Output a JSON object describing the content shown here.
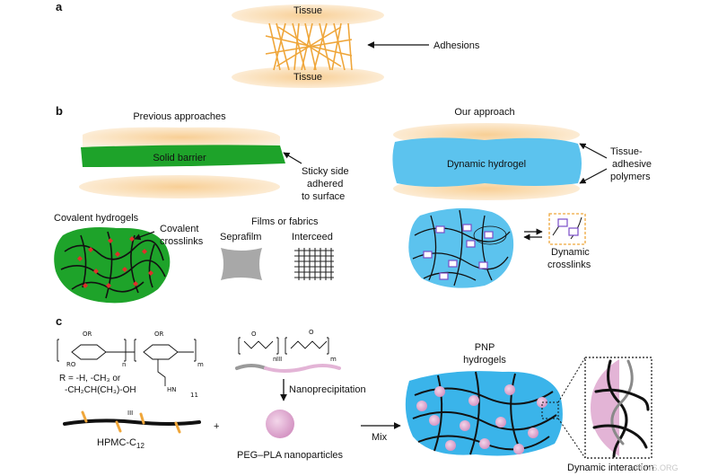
{
  "panel_a": {
    "letter": "a",
    "tissue_top": "Tissue",
    "tissue_bottom": "Tissue",
    "adhesions": "Adhesions"
  },
  "panel_b": {
    "letter": "b",
    "previous_title": "Previous approaches",
    "solid_barrier": "Solid barrier",
    "sticky_side": [
      "Sticky side",
      "adhered",
      "to surface"
    ],
    "covalent_hydrogels": "Covalent hydrogels",
    "covalent_crosslinks": [
      "Covalent",
      "crosslinks"
    ],
    "films_title": "Films or fabrics",
    "seprafilm": "Seprafilm",
    "interceed": "Interceed",
    "our_title": "Our approach",
    "dynamic_hydrogel": "Dynamic hydrogel",
    "tissue_adhesive": [
      "Tissue-",
      "adhesive",
      "polymers"
    ],
    "dynamic_crosslinks": [
      "Dynamic",
      "crosslinks"
    ]
  },
  "panel_c": {
    "letter": "c",
    "r_groups": [
      "R = -H, -CH₃ or",
      "-CH₂CH(CH₃)-OH"
    ],
    "hpmc": "HPMC-C",
    "hpmc_sub": "12",
    "plus": "+",
    "nanoprecipitation": "Nanoprecipitation",
    "peg_pla": "PEG–PLA nanoparticles",
    "mix": "Mix",
    "pnp": [
      "PNP",
      "hydrogels"
    ],
    "dynamic_interaction": "Dynamic interaction"
  },
  "watermark": "PHYS.ORG",
  "colors": {
    "tissue": "#f6c98e",
    "adhesion": "#efa63a",
    "barrier_green": "#1ea32a",
    "hydrogel_blue": "#5cc3ee",
    "crosslink_red": "#e0302a",
    "np_pink": "#e3b4d6",
    "crosslink_purple": "#7a4cc8"
  }
}
